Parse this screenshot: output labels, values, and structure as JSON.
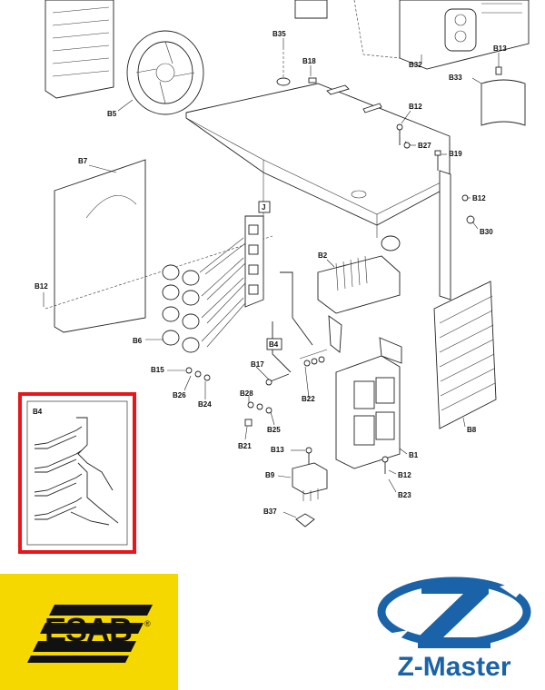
{
  "diagram": {
    "labels": {
      "b35": "B35",
      "b18": "B18",
      "b32": "B32",
      "b13a": "B13",
      "b33": "B33",
      "b5": "B5",
      "b12a": "B12",
      "b27": "B27",
      "b19": "B19",
      "b7": "B7",
      "b12b": "B12",
      "b30": "B30",
      "j": "J",
      "b2": "B2",
      "b12c": "B12",
      "b6": "B6",
      "b4": "B4",
      "b17": "B17",
      "b15": "B15",
      "b26": "B26",
      "b24": "B24",
      "b28": "B28",
      "b22": "B22",
      "b21": "B21",
      "b25": "B25",
      "b13b": "B13",
      "b1": "B1",
      "b8": "B8",
      "b9": "B9",
      "b12d": "B12",
      "b23": "B23",
      "b37": "B37",
      "b4inset": "B4"
    },
    "highlight_color": "#e8161b"
  },
  "logos": {
    "esab": {
      "text": "ESAB",
      "reg": "®",
      "bg_color": "#f5d800"
    },
    "zmaster": {
      "text": "Z-Master",
      "color": "#1b63a8"
    }
  }
}
